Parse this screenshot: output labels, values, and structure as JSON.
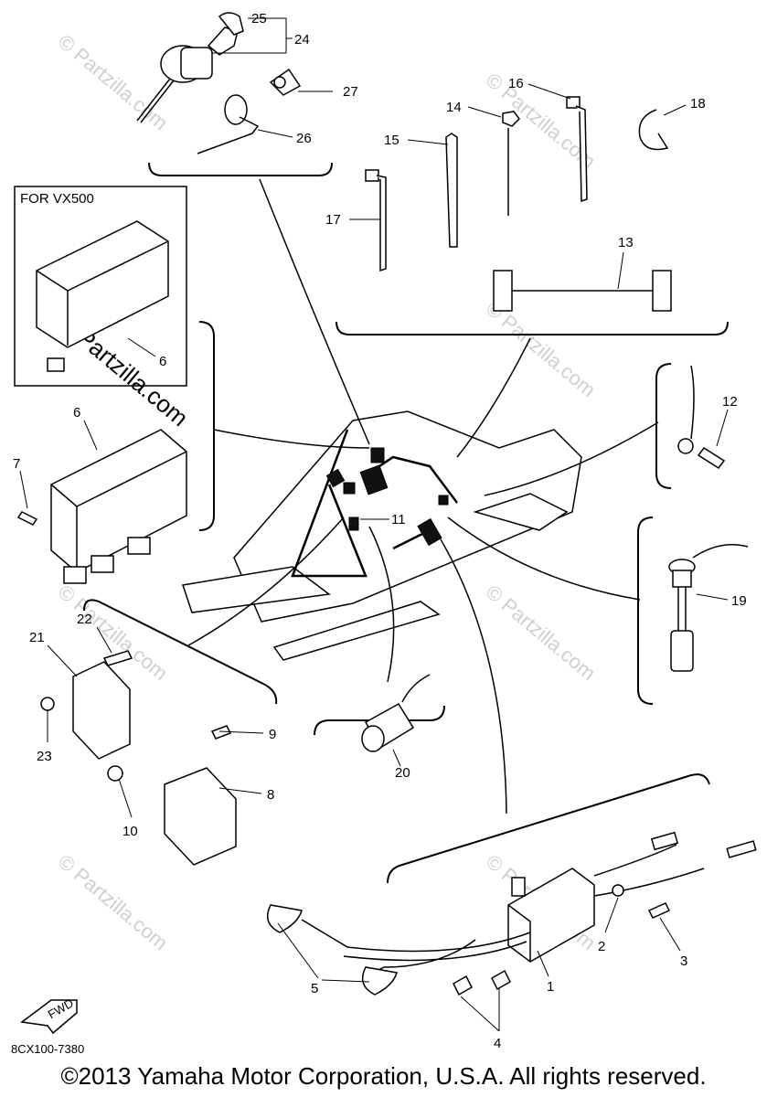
{
  "variant_box_title": "FOR VX500",
  "diagram_code": "8CX100-7380",
  "copyright": "©2013  Yamaha Motor Corporation, U.S.A. All rights reserved.",
  "fwd_label": "FWD",
  "watermark_text": "© Partzilla.com",
  "callouts": {
    "c1": "1",
    "c2": "2",
    "c3": "3",
    "c4": "4",
    "c5": "5",
    "c6a": "6",
    "c6b": "6",
    "c7": "7",
    "c8": "8",
    "c9": "9",
    "c10": "10",
    "c11": "11",
    "c12": "12",
    "c13": "13",
    "c14": "14",
    "c15": "15",
    "c16": "16",
    "c17": "17",
    "c18": "18",
    "c19": "19",
    "c20": "20",
    "c21": "21",
    "c22": "22",
    "c23": "23",
    "c24": "24",
    "c25": "25",
    "c26": "26",
    "c27": "27"
  }
}
